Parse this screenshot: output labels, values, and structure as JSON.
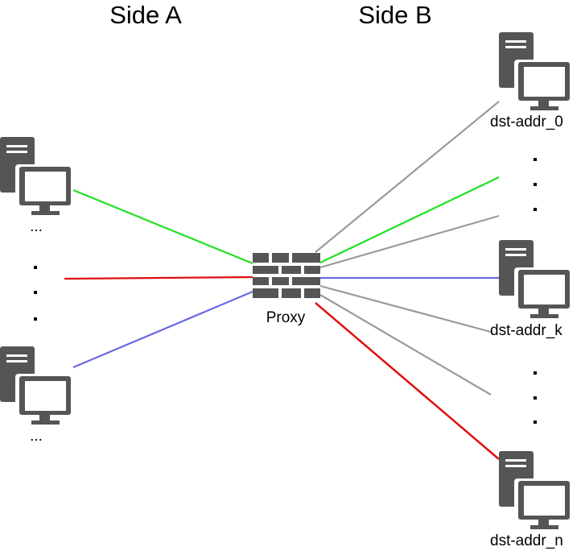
{
  "headers": {
    "side_a": "Side A",
    "side_b": "Side B"
  },
  "proxy": {
    "label": "Proxy",
    "icon": "firewall-icon"
  },
  "side_a": {
    "host_top_label": "...",
    "host_bottom_label": "..."
  },
  "side_b": {
    "dst0_label": "dst-addr_0",
    "dstk_label": "dst-addr_k",
    "dstn_label": "dst-addr_n"
  },
  "colors": {
    "green": "#22e022",
    "red": "#e01010",
    "blue": "#6a6ae6",
    "gray": "#9a9a9a",
    "icon": "#555555"
  }
}
